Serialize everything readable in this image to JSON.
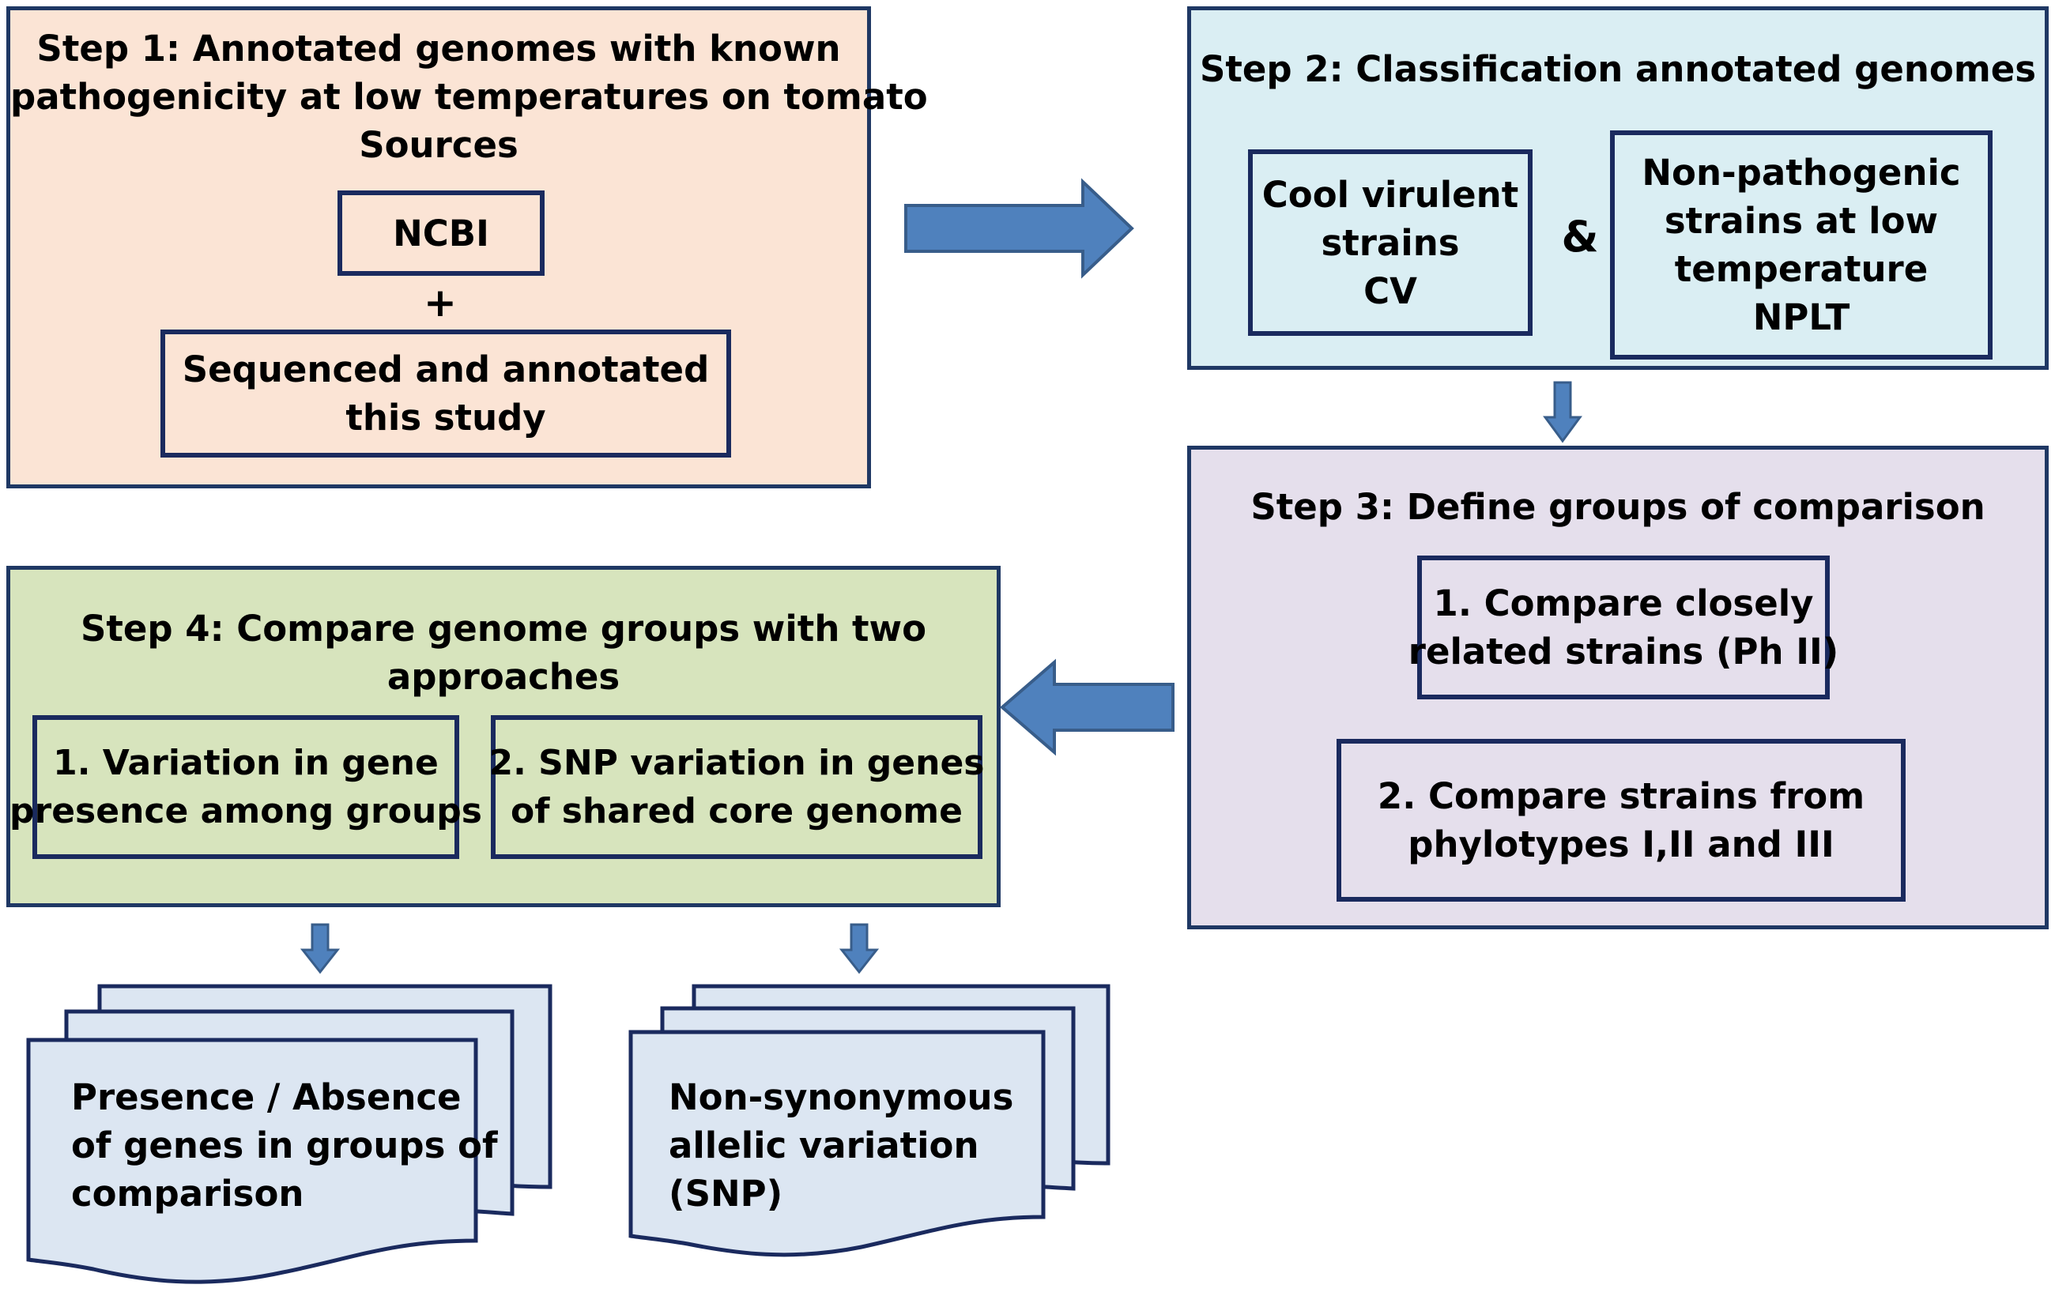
{
  "step1": {
    "title_lines": [
      "Step 1: Annotated genomes with known",
      "pathogenicity at low temperatures on tomato",
      "Sources"
    ],
    "ncbi": "NCBI",
    "plus": "+",
    "sequenced_lines": [
      "Sequenced and annotated",
      "this study"
    ]
  },
  "step2": {
    "title": "Step 2: Classification  annotated genomes",
    "cv_lines": [
      "Cool virulent",
      "strains",
      "CV"
    ],
    "amp": "&",
    "nplt_lines": [
      "Non-pathogenic",
      "strains at low",
      "temperature",
      "NPLT"
    ]
  },
  "step3": {
    "title": "Step 3: Define groups of comparison",
    "item1_lines": [
      "1.    Compare closely",
      "related strains (Ph II)"
    ],
    "item2_lines": [
      "2.    Compare strains  from",
      "phylotypes I,II and III"
    ]
  },
  "step4": {
    "title_lines": [
      "Step 4: Compare genome groups with two",
      "approaches"
    ],
    "item1_lines": [
      "1.    Variation in gene",
      "presence among groups"
    ],
    "item2_lines": [
      "2.    SNP variation in genes",
      "of shared core genome"
    ]
  },
  "outputs": {
    "presence_lines": [
      "Presence / Absence",
      "of genes in groups of",
      "comparison"
    ],
    "snp_lines": [
      "Non-synonymous",
      "allelic variation",
      "(SNP)"
    ]
  },
  "colors": {
    "step1_fill": "#fbe4d5",
    "step2_fill": "#daeef3",
    "step3_fill": "#e5dfec",
    "step4_fill": "#d7e4bd",
    "doc_fill": "#dce6f2",
    "arrow_fill": "#4f81bd",
    "border": "#1f3864"
  }
}
